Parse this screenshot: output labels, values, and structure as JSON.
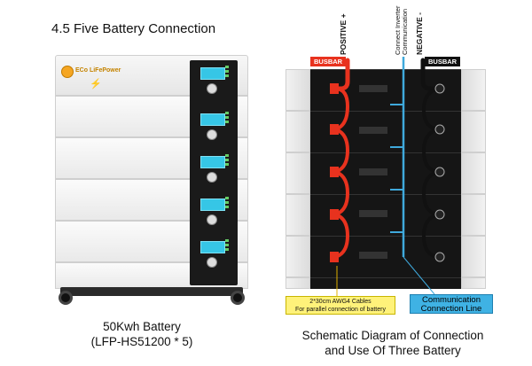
{
  "header": {
    "title": "4.5 Five Battery Connection"
  },
  "left": {
    "logo_text": "ECo LiFePower",
    "caption_line1": "50Kwh Battery",
    "caption_line2": "(LFP-HS51200 * 5)",
    "module_count": 5
  },
  "right": {
    "label_positive": "POSITIVE +",
    "label_negative": "NEGATIVE -",
    "label_comm_line1": "Connect Inverter",
    "label_comm_line2": "Communication",
    "busbar_left": "BUSBAR",
    "busbar_right": "BUSBAR",
    "note_cables_line1": "2*30cm AWG4 Cables",
    "note_cables_line2": "For parallel connection of battery",
    "note_comm_line1": "Communication",
    "note_comm_line2": "Connection Line",
    "caption_line1": "Schematic Diagram of Connection",
    "caption_line2": "and Use Of Three Battery",
    "colors": {
      "positive": "#e8321e",
      "negative": "#111111",
      "communication": "#3fa9dc",
      "busbar_positive_bg": "#e8321e",
      "busbar_negative_bg": "#111111"
    }
  }
}
